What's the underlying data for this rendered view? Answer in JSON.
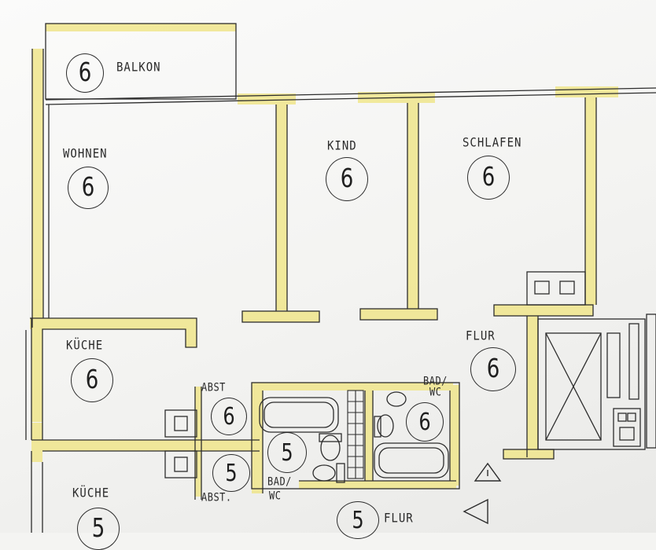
{
  "rooms": {
    "balkon": {
      "name": "BALKON",
      "unit": "6"
    },
    "wohnen": {
      "name": "WOHNEN",
      "unit": "6"
    },
    "kind": {
      "name": "KIND",
      "unit": "6"
    },
    "schlafen": {
      "name": "SCHLAFEN",
      "unit": "6"
    },
    "kueche_upper": {
      "name": "KÜCHE",
      "unit": "6"
    },
    "flur_upper": {
      "name": "FLUR",
      "unit": "6"
    },
    "abst_upper": {
      "name": "ABST",
      "unit": "6"
    },
    "bad_wc_upper": {
      "name_line1": "BAD/",
      "name_line2": "WC",
      "unit": "6"
    },
    "bad_wc_lower": {
      "name_line1": "BAD/",
      "name_line2": "WC",
      "unit": "5"
    },
    "abst_lower": {
      "name": "ABST.",
      "unit": "5"
    },
    "kueche_lower": {
      "name": "KÜCHE",
      "unit": "5"
    },
    "flur_lower": {
      "name": "FLUR",
      "unit": "5"
    }
  },
  "colors": {
    "wall_highlight": "#f0e68c",
    "line": "#2d2d2d",
    "paper": "#f7f7f5"
  }
}
